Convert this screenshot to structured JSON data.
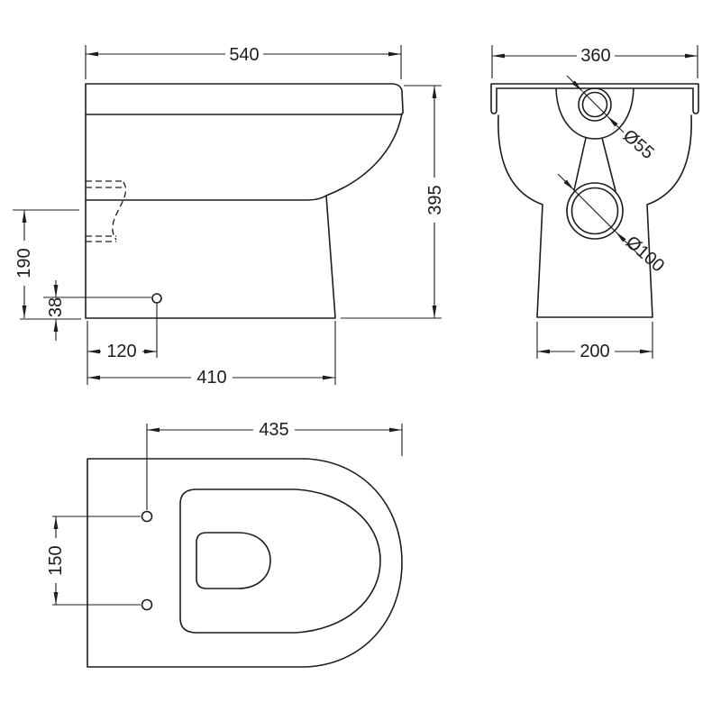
{
  "colors": {
    "ink": "#1d1d1d",
    "background": "#ffffff"
  },
  "views": {
    "side_elevation": {
      "dims": {
        "overall_depth": "540",
        "overall_height": "395",
        "outlet_centre_height": "190",
        "fixing_hole_height": "38",
        "fixing_hole_setback": "120",
        "base_depth": "410"
      }
    },
    "rear_elevation": {
      "dims": {
        "overall_width": "360",
        "inlet_diameter": "Ø55",
        "outlet_diameter": "Ø100",
        "base_width": "200"
      }
    },
    "plan_view": {
      "dims": {
        "front_to_fixing_holes": "435",
        "fixing_hole_centres": "150"
      }
    }
  }
}
